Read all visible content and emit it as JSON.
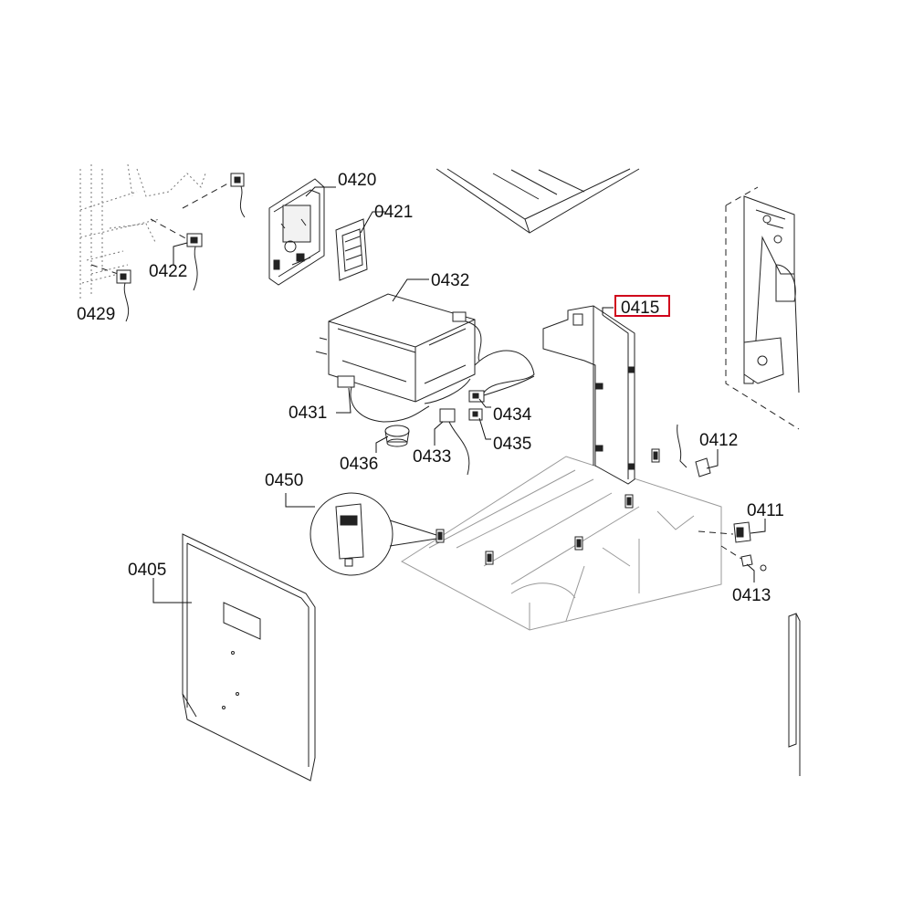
{
  "diagram": {
    "highlight_color": "#d0021b",
    "labels": {
      "p0420": "0420",
      "p0421": "0421",
      "p0422": "0422",
      "p0429": "0429",
      "p0432": "0432",
      "p0415": "0415",
      "p0431": "0431",
      "p0434": "0434",
      "p0435": "0435",
      "p0433": "0433",
      "p0436": "0436",
      "p0412": "0412",
      "p0411": "0411",
      "p0413": "0413",
      "p0450": "0450",
      "p0405": "0405"
    },
    "highlighted_part": "0415"
  }
}
